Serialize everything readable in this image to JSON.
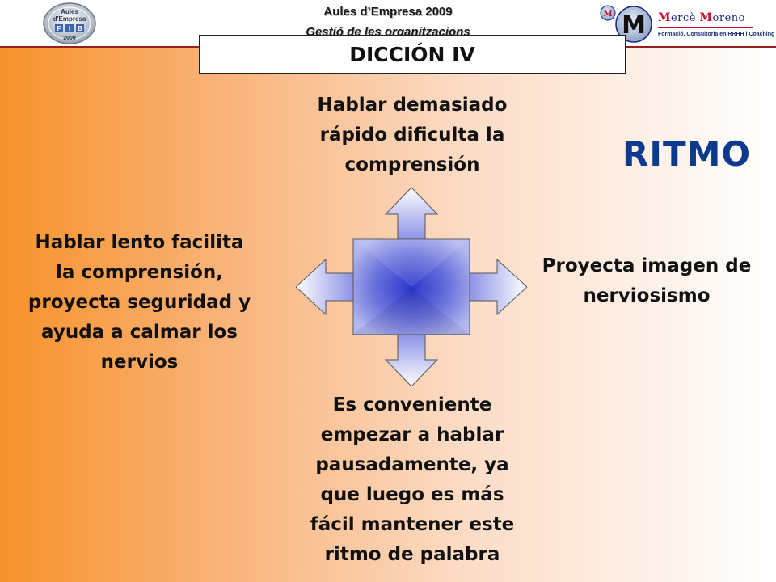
{
  "header": {
    "course_title": "Aules d’Empresa 2009",
    "course_subtitle": "Gestió de les organitzacions",
    "badge": {
      "icon": "aules-empresa-fib-badge-icon",
      "lines": [
        "Aules",
        "d'Empresa",
        "F",
        "I",
        "B",
        "2009"
      ]
    },
    "brand": {
      "icon": "merce-moreno-logo-icon",
      "monogram": "M",
      "initial": "M",
      "name_first": "ercè",
      "initial2": "M",
      "name_last": "oreno",
      "tagline": "Formació, Consultoria en RRHH i Coaching"
    }
  },
  "slide": {
    "title": "DICCIÓN IV",
    "keyword": "RITMO",
    "top_text": [
      "Hablar demasiado",
      "rápido dificulta la",
      "comprensión"
    ],
    "left_text": [
      "Hablar lento facilita",
      "la comprensión,",
      "proyecta seguridad y",
      "ayuda a calmar los",
      "nervios"
    ],
    "right_text": [
      "Proyecta imagen de",
      "nerviosismo"
    ],
    "bottom_text": [
      "Es conveniente",
      "empezar a hablar",
      "pausadamente, ya",
      "que luego es más",
      "fácil mantener este",
      "ritmo de palabra"
    ],
    "diagram_icon": "four-way-arrow-icon"
  },
  "colors": {
    "accent_rule": "#9a1e1e",
    "keyword": "#0b3a8f",
    "gradient_left": "#f7922a",
    "gradient_right": "#ffffff",
    "arrow_center": "#2c35cc",
    "brand_navy": "#1b2c7a",
    "brand_red": "#c8102e"
  }
}
